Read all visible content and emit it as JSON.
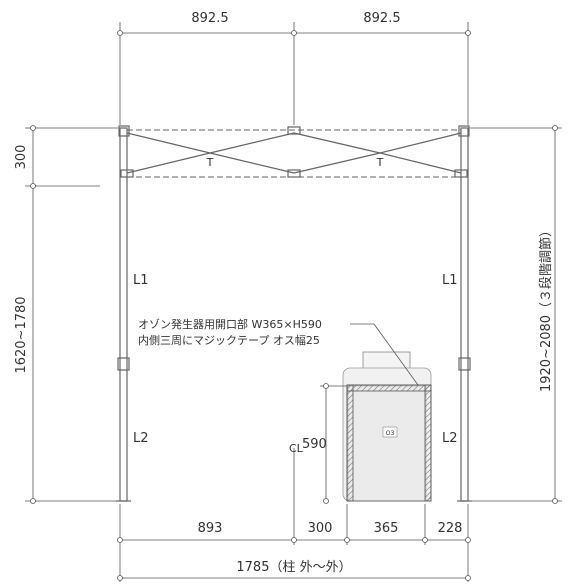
{
  "dimensions": {
    "top_left_span": "892.5",
    "top_right_span": "892.5",
    "left_top_height": "300",
    "left_height_range": "1620~1780",
    "right_height_range": "1920~2080（３段階調節）",
    "bottom_left": "893",
    "bottom_mid": "300",
    "bottom_opening": "365",
    "bottom_right": "228",
    "total_width": "1785（柱 外～外）",
    "opening_height": "590"
  },
  "labels": {
    "truss_mark": "T",
    "leg_upper": "L1",
    "leg_lower": "L2",
    "centerline_mark": "CL"
  },
  "annotation": {
    "line1": "オゾン発生器用開口部 W365×H590",
    "line2": "内側三周にマジックテープ オス幅25"
  },
  "device_panel_text": "O3"
}
